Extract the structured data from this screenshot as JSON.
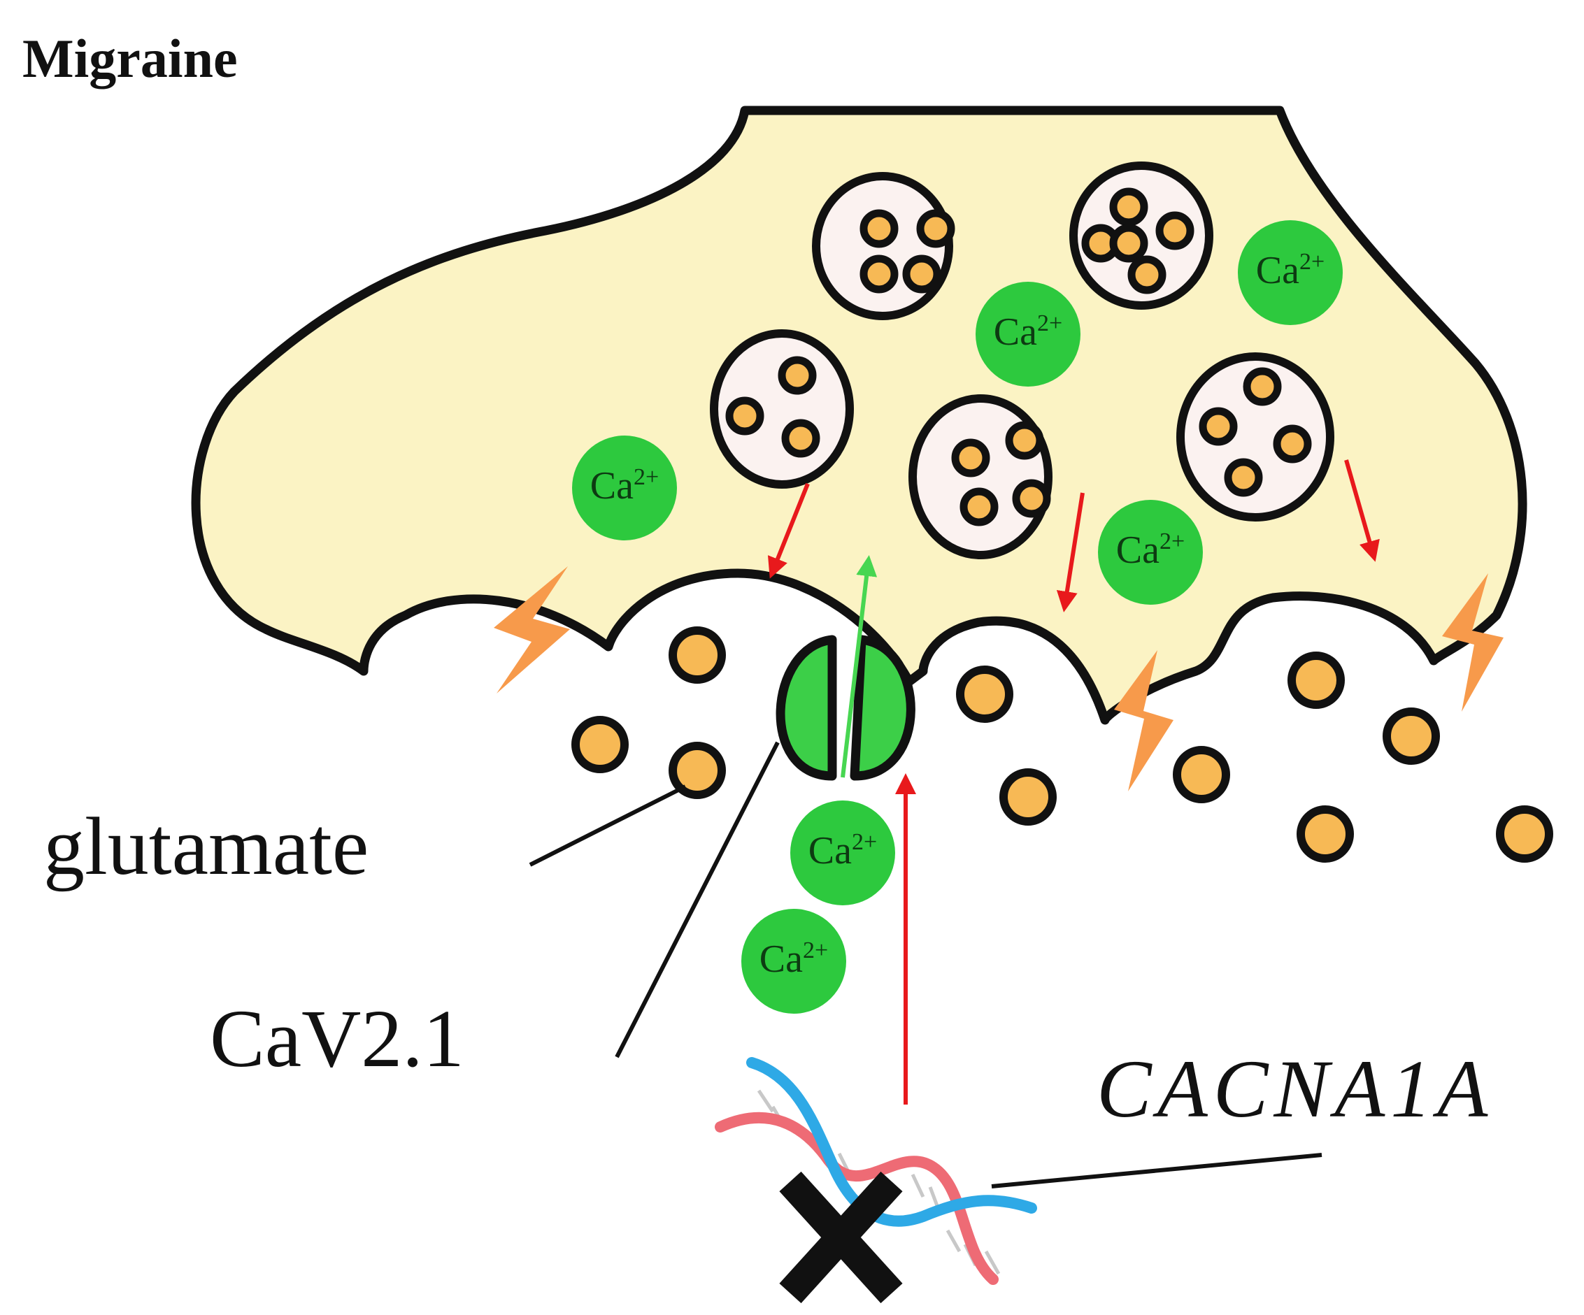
{
  "title": "Migraine",
  "labels": {
    "glutamate": "glutamate",
    "channel": "CaV2.1",
    "gene": "CACNA1A"
  },
  "ion": {
    "base": "Ca",
    "charge": "2+"
  },
  "colors": {
    "terminal_fill": "#fbf3c4",
    "vesicle_fill": "#fbf2f0",
    "glutamate_fill": "#f7b955",
    "calcium_fill": "#2dc93e",
    "channel_fill": "#3ccf48",
    "inhibit_arrow": "#e8191c",
    "influx_arrow": "#47d651",
    "spark": "#f79a4b",
    "dna_strand_a": "#ee6b75",
    "dna_strand_b": "#2ea9e6",
    "outline": "#111111"
  },
  "icons": {
    "spark": "lightning-bolt-icon",
    "mutation": "x-mark-icon",
    "gene": "dna-helix-icon"
  }
}
